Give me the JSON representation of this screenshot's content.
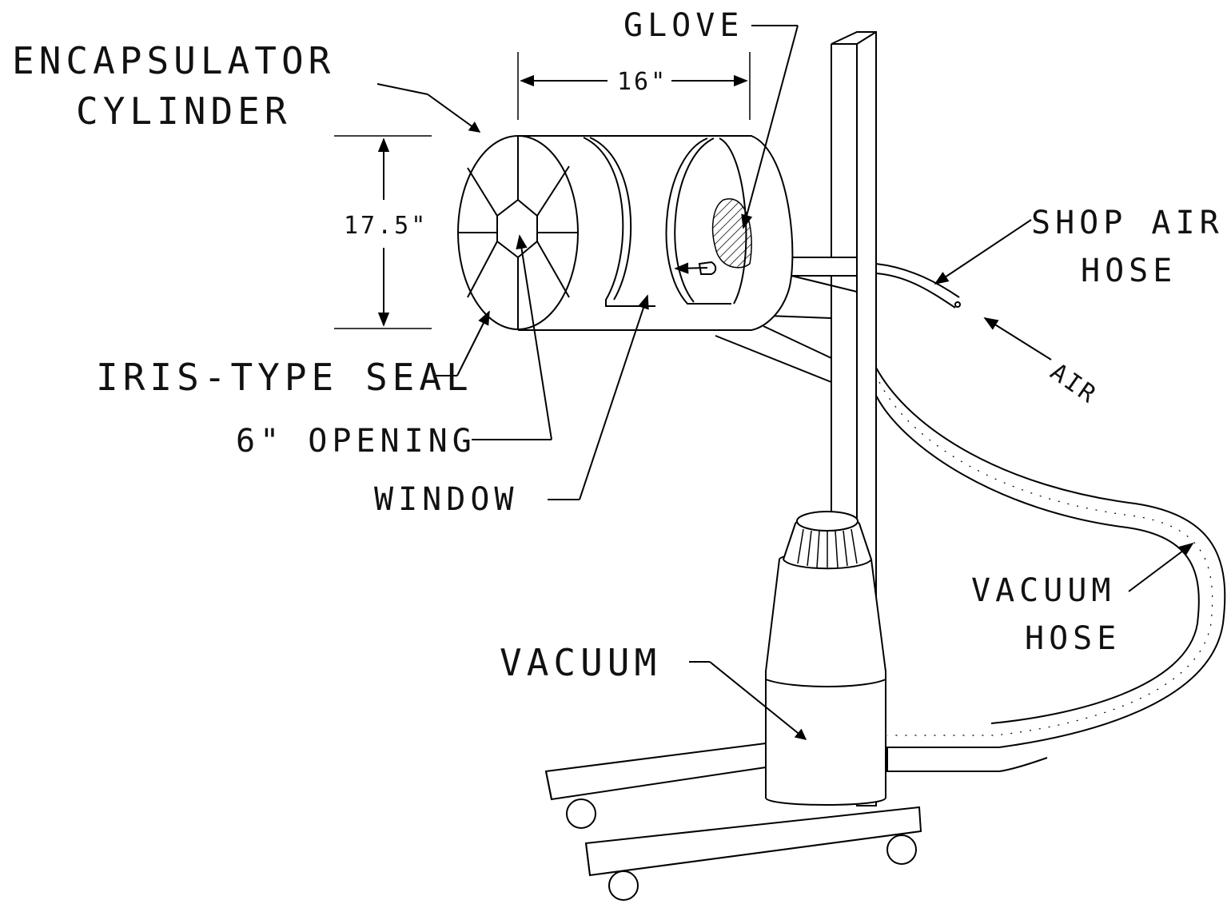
{
  "labels": {
    "glove": "GLOVE",
    "encapsulator_line1": "ENCAPSULATOR",
    "encapsulator_line2": "CYLINDER",
    "length_dim": "16\"",
    "diameter_dim": "17.5\"",
    "shop_air_line1": "SHOP AIR",
    "shop_air_line2": "HOSE",
    "air": "AIR",
    "iris_seal": "IRIS-TYPE SEAL",
    "opening": "6\" OPENING",
    "window": "WINDOW",
    "vacuum": "VACUUM",
    "vacuum_hose_line1": "VACUUM",
    "vacuum_hose_line2": "HOSE"
  }
}
